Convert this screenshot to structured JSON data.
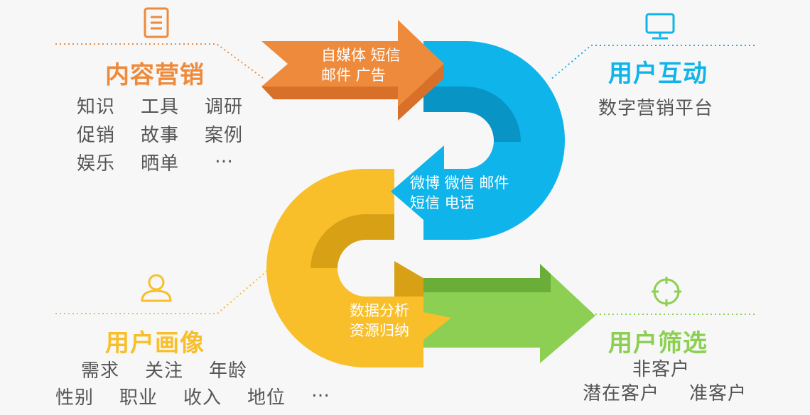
{
  "colors": {
    "orange": "#ee8a3b",
    "orange_dark": "#d9702a",
    "blue": "#0fb4ea",
    "blue_dark": "#0994c6",
    "yellow": "#f8bf2b",
    "yellow_dark": "#d8a015",
    "green": "#8ccf52",
    "green_dark": "#6aae39"
  },
  "sections": {
    "content_marketing": {
      "title": "内容营销",
      "icon": "document-icon",
      "items": [
        [
          "知识",
          "工具",
          "调研"
        ],
        [
          "促销",
          "故事",
          "案例"
        ],
        [
          "娱乐",
          "晒单",
          "…"
        ]
      ]
    },
    "user_interaction": {
      "title": "用户互动",
      "icon": "monitor-icon",
      "items": [
        "数字营销平台"
      ]
    },
    "user_profile": {
      "title": "用户画像",
      "icon": "user-icon",
      "items": [
        [
          "需求",
          "关注",
          "年龄"
        ],
        [
          "性别",
          "职业",
          "收入",
          "地位",
          "…"
        ]
      ]
    },
    "user_screening": {
      "title": "用户筛选",
      "icon": "target-icon",
      "items": [
        [
          "非客户"
        ],
        [
          "潜在客户",
          "准客户"
        ]
      ]
    }
  },
  "arrows": {
    "orange": [
      "自媒体  短信",
      "邮件  广告"
    ],
    "blue": [
      "微博  微信  邮件",
      "短信  电话"
    ],
    "green": [
      "数据分析",
      "资源归纳"
    ]
  }
}
